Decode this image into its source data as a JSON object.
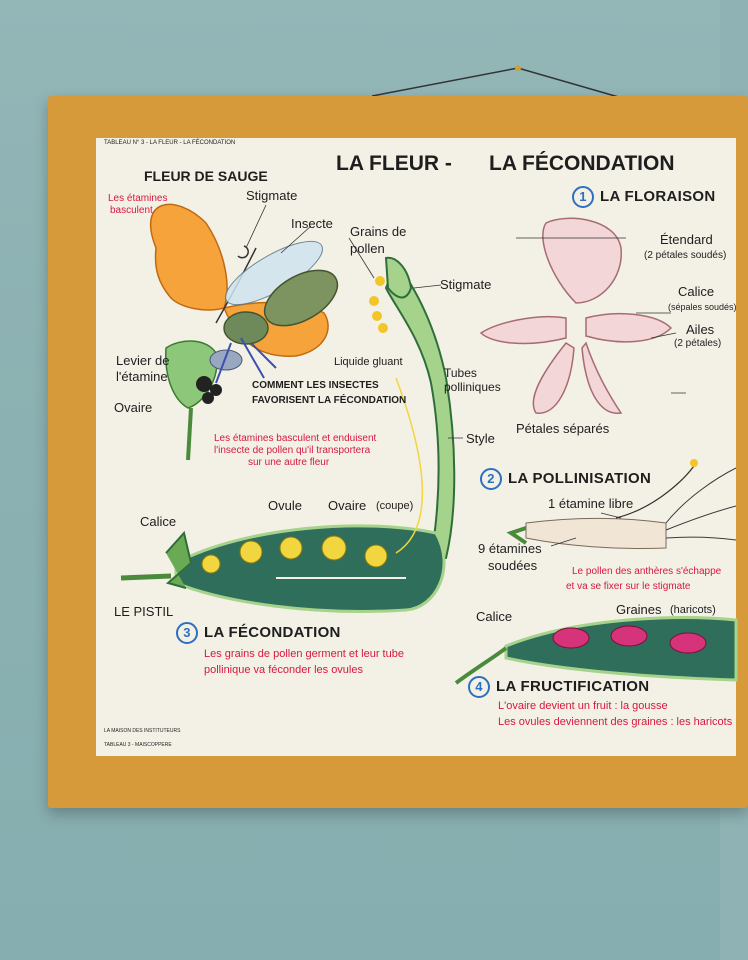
{
  "poster": {
    "top_caption": "TABLEAU N° 3 - LA FLEUR - LA FÉCONDATION",
    "title_part1": "LA FLEUR -",
    "title_part2": "LA FÉCONDATION",
    "sauge": {
      "title": "FLEUR DE SAUGE",
      "stigmate": "Stigmate",
      "insecte": "Insecte",
      "etamines_basculent_1": "Les étamines",
      "etamines_basculent_2": "basculent",
      "levier_1": "Levier de",
      "levier_2": "l'étamine",
      "ovaire": "Ovaire",
      "comment_1": "COMMENT LES INSECTES",
      "comment_2": "FAVORISENT LA FÉCONDATION",
      "note_1": "Les étamines basculent et enduisent",
      "note_2": "l'insecte de pollen qu'il transportera",
      "note_3": "sur une autre fleur"
    },
    "pistil": {
      "grains_1": "Grains de",
      "grains_2": "pollen",
      "stigmate": "Stigmate",
      "liquide": "Liquide gluant",
      "tubes_1": "Tubes",
      "tubes_2": "polliniques",
      "style": "Style",
      "ovule": "Ovule",
      "ovaire": "Ovaire",
      "coupe": "(coupe)",
      "calice": "Calice",
      "le_pistil": "LE PISTIL"
    },
    "section1": {
      "num": "1",
      "title": "LA FLORAISON",
      "etendard": "Étendard",
      "etendard_sub": "(2 pétales soudés)",
      "calice": "Calice",
      "calice_sub": "(sépales soudés)",
      "ailes": "Ailes",
      "ailes_sub": "(2 pétales)",
      "petales": "Pétales séparés"
    },
    "section2": {
      "num": "2",
      "title": "LA POLLINISATION",
      "etamine_libre": "1 étamine libre",
      "soudees_1": "9 étamines",
      "soudees_2": "soudées",
      "note_1": "Le pollen des anthères s'échappe",
      "note_2": "et va se fixer sur le stigmate"
    },
    "section3": {
      "num": "3",
      "title": "LA FÉCONDATION",
      "note_1": "Les grains de pollen germent et leur tube",
      "note_2": "pollinique va féconder les ovules"
    },
    "section4": {
      "num": "4",
      "title": "LA FRUCTIFICATION",
      "calice": "Calice",
      "graines": "Graines",
      "haricots": "(haricots)",
      "note_1": "L'ovaire devient un fruit : la gousse",
      "note_2": "Les ovules deviennent des graines : les haricots"
    },
    "publisher_1": "LA MAISON DES INSTITUTEURS",
    "publisher_2": "TABLEAU 3 - MAISCOPPERE"
  },
  "colors": {
    "wall": "#8fb3b4",
    "frame": "#d79a3a",
    "poster": "#f3f0e6",
    "accent_red": "#d7193d",
    "accent_blue": "#2f6fbf",
    "pod_green": "#2f6e5a"
  }
}
